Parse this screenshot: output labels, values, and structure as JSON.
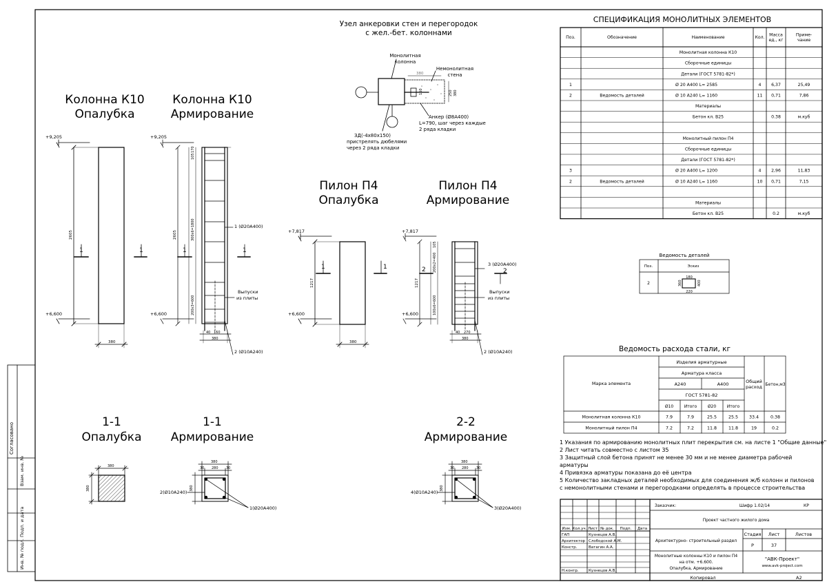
{
  "drawing": {
    "node_title": [
      "Узел анкеровки стен и перегородок",
      "с жел.-бет. колоннами"
    ],
    "node_labels": {
      "monolithic_column": [
        "Монолитная",
        "колонна"
      ],
      "non_monolithic_wall": [
        "Немонолитная",
        "стена"
      ],
      "dim_380": "380",
      "dim_160": "160",
      "dim_250": "250",
      "anchor": [
        "Анкер (Ø8А400)",
        "L=790, шаг через каждые",
        "2 ряда кладки"
      ],
      "zd": [
        "ЗД(-4х80х150)",
        "пристрелять дюбелями",
        "через 2 ряда кладки"
      ]
    },
    "views": {
      "k10_formwork": [
        "Колонна К10",
        "Опалубка"
      ],
      "k10_reinf": [
        "Колонна К10",
        "Армирование"
      ],
      "p4_formwork": [
        "Пилон П4",
        "Опалубка"
      ],
      "p4_reinf": [
        "Пилон П4",
        "Армирование"
      ],
      "s11_formwork": [
        "1-1",
        "Опалубка"
      ],
      "s11_reinf": [
        "1-1",
        "Армирование"
      ],
      "s22_reinf": [
        "2-2",
        "Армирование"
      ]
    },
    "levels": {
      "top_k10": "+9,205",
      "top_p4": "+7,817",
      "bottom": "+6,600"
    },
    "dims": {
      "h_k10": "2605",
      "h_p4": "1217",
      "w_380": "380",
      "k10_top_a": "170",
      "k10_top_b": "105",
      "k10_mid": "300х6=1800",
      "k10_bot": "200х3=600",
      "k10_bot_a": "40",
      "k10_bot_b": "160",
      "p4_top_a": "105",
      "p4_top_b": "200х2=400",
      "p4_bot": "100х6=600",
      "p4_bot_a": "40",
      "p4_bot_b": "270",
      "sec_380": "380",
      "sec_30": "30",
      "sec_280": "280",
      "sec_h": "380"
    },
    "marks": {
      "one": "1",
      "two": "2",
      "bar1": "1 (Ø20А400)",
      "bar2": "2 (Ø10А240)",
      "bar3": "3 (Ø20А400)",
      "vypuski": [
        "Выпуски",
        "из плиты"
      ],
      "s11_bar2": "2(Ø10А240)",
      "s11_bar1": "1(Ø20А400)",
      "s22_bar4": "4(Ø10А240)",
      "s22_bar3": "3(Ø20А400)"
    }
  },
  "spec": {
    "title": "СПЕЦИФИКАЦИЯ МОНОЛИТНЫХ ЭЛЕМЕНТОВ",
    "headers": [
      "Поз.",
      "Обозначение",
      "Наименование",
      "Кол.",
      [
        "Масса",
        "ед., кг"
      ],
      [
        "Приме-",
        "чание"
      ]
    ],
    "rows": [
      [
        "",
        "",
        "Монолитная колонна К10",
        "",
        "",
        ""
      ],
      [
        "",
        "",
        "Сборочные единицы",
        "",
        "",
        ""
      ],
      [
        "",
        "",
        "Детали (ГОСТ 5781-82*)",
        "",
        "",
        ""
      ],
      [
        "1",
        "",
        "Ø  20  А400    L=   2585",
        "4",
        "6,37",
        "25,49"
      ],
      [
        "2",
        "Ведомость деталей",
        "Ø  10  А240    L=   1160",
        "11",
        "0,71",
        "7,86"
      ],
      [
        "",
        "",
        "Материалы",
        "",
        "",
        ""
      ],
      [
        "",
        "",
        "Бетон кл. В25",
        "",
        "0.38",
        "м.куб"
      ],
      [
        "",
        "",
        "",
        "",
        "",
        ""
      ],
      [
        "",
        "",
        "Монолитный пилон П4",
        "",
        "",
        ""
      ],
      [
        "",
        "",
        "Сборочные единицы",
        "",
        "",
        ""
      ],
      [
        "",
        "",
        "Детали (ГОСТ 5781-82*)",
        "",
        "",
        ""
      ],
      [
        "3",
        "",
        "Ø  20  А400    L=   1200",
        "4",
        "2,96",
        "11,83"
      ],
      [
        "2",
        "Ведомость деталей",
        "Ø  10  А240    L=   1160",
        "10",
        "0,71",
        "7,15"
      ],
      [
        "",
        "",
        "",
        "",
        "",
        ""
      ],
      [
        "",
        "",
        "Материалы",
        "",
        "",
        ""
      ],
      [
        "",
        "",
        "Бетон кл. В25",
        "",
        "0.2",
        "м.куб"
      ]
    ]
  },
  "details": {
    "title": "Ведомость деталей",
    "headers": [
      "Поз.",
      "Эскиз"
    ],
    "row": {
      "pos": "2",
      "d180": "180",
      "d360": "360",
      "d400": "400",
      "d220": "220"
    }
  },
  "steel": {
    "title": "Ведомость расхода стали, кг",
    "h_mark": "Марка элемента",
    "h_items": "Изделия арматурные",
    "h_class": "Арматура класса",
    "h_a240": "А240",
    "h_a400": "А400",
    "h_gost": "ГОСТ 5781-82",
    "h_sub": [
      "Ø10",
      "Итого",
      "Ø20",
      "Итого"
    ],
    "h_total": [
      "Общий",
      "расход"
    ],
    "h_concrete": "Бетон,м3",
    "rows": [
      [
        "Монолитная колонна К10",
        "7.9",
        "7.9",
        "25.5",
        "25.5",
        "33.4",
        "0.38"
      ],
      [
        "Монолитный пилон П4",
        "7.2",
        "7.2",
        "11.8",
        "11.8",
        "19",
        "0.2"
      ]
    ]
  },
  "notes": [
    "1 Указания по армированию монолитных плит перекрытия см. на листе 1 \"Общие данные\"",
    "2 Лист читать совместно с листом 35",
    "3 Защитный слой бетона  принят  не менее 30 мм и не менее диаметра рабочей",
    "арматуры",
    "4 Привязка арматуры показана до её центра",
    "5 Количество закладных деталей необходимых для соединения  ж/б колонн и пилонов",
    "с немонолитными стенами и перегородками определять в процессе строительства"
  ],
  "stamp": {
    "customer_label": "Заказчик:",
    "code": "Шифр 1.02/14",
    "mark": "КР",
    "project": "Проект частного жилого дома",
    "section": "Архитектурно- строительный раздел",
    "sheet_title": [
      "Монолитные колонны К10 и пилон П4",
      "на отм. +6.600.",
      "Опалубка, Армирование"
    ],
    "col_headers": [
      "Изм.",
      "Кол.уч.",
      "Лист",
      "№ док.",
      "Подп.",
      "Дата"
    ],
    "people": [
      [
        "ГАП",
        "Кузнецов А.В."
      ],
      [
        "Архитектор",
        "Слободской А.М."
      ],
      [
        "Констр.",
        "Ватагин А.А."
      ],
      [
        "",
        ""
      ],
      [
        "Н.контр.",
        "Кузнецов А.В."
      ]
    ],
    "stage_headers": [
      "Стадия",
      "Лист",
      "Листов"
    ],
    "stage": "Р",
    "sheet_no": "37",
    "sheets": "",
    "company": "\"АВК-Проект\"",
    "site": "www.avk-project.com",
    "copied": "Копировал",
    "format": "А2"
  },
  "side_stamp": [
    "Согласовано",
    "Взам. инв. №",
    "Подп. и дата",
    "Инв. № подл."
  ]
}
